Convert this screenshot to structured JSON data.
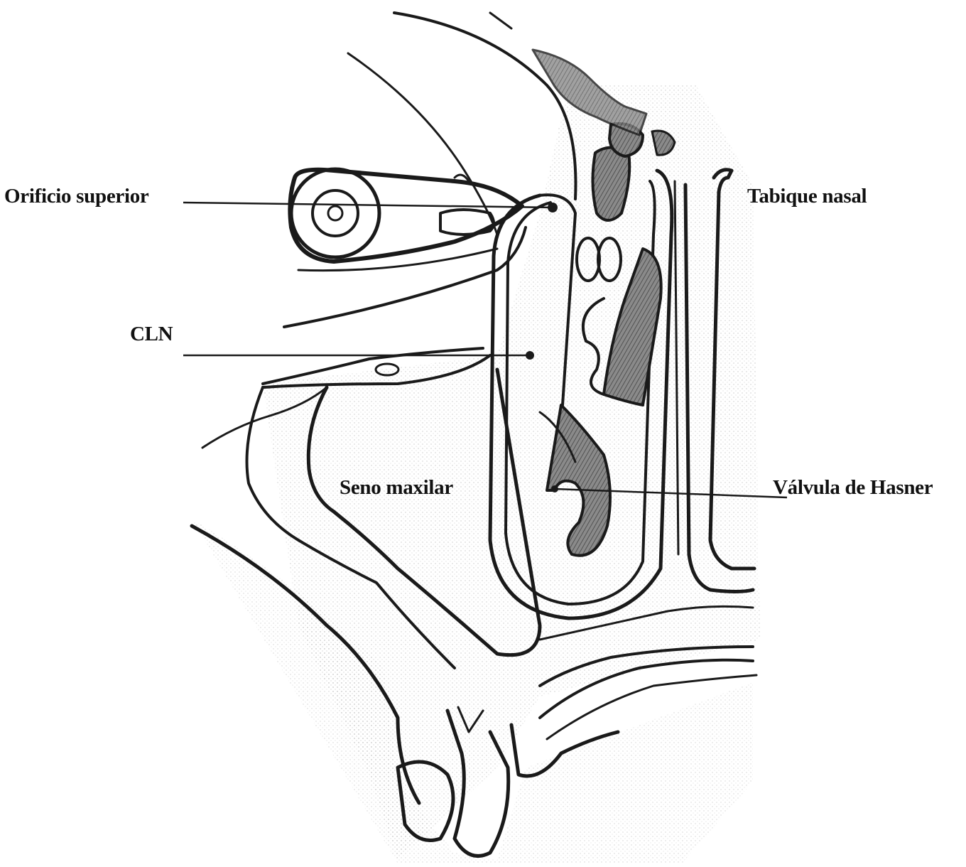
{
  "labels": {
    "orificio_superior": "Orificio superior",
    "tabique_nasal": "Tabique nasal",
    "cln": "CLN",
    "seno_maxilar": "Seno maxilar",
    "valvula_hasner": "Válvula de Hasner"
  },
  "colors": {
    "ink": "#1a1a1a",
    "stipple": "#9a9a9a",
    "hatch": "#555555",
    "background": "#ffffff"
  }
}
